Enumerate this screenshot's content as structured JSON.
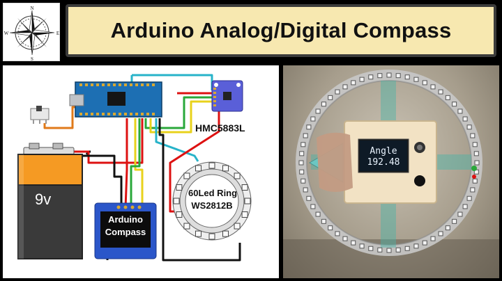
{
  "header": {
    "title": "Arduino Analog/Digital Compass"
  },
  "compass_logo": {
    "north": "N",
    "south": "S",
    "east": "E",
    "west": "W"
  },
  "diagram": {
    "battery_label": "9v",
    "sensor_label": "HMC5883L",
    "ring_label_line1": "60Led Ring",
    "ring_label_line2": "WS2812B",
    "oled_label_line1": "Arduino",
    "oled_label_line2": "Compass"
  },
  "photo": {
    "screen_line1": "Angle",
    "screen_line2": "192.48"
  },
  "colors": {
    "title_bg": "#f7e8b0",
    "battery_orange": "#f59a23",
    "arduino_blue": "#1d6fb3",
    "oled_blue": "#2b56c9"
  }
}
